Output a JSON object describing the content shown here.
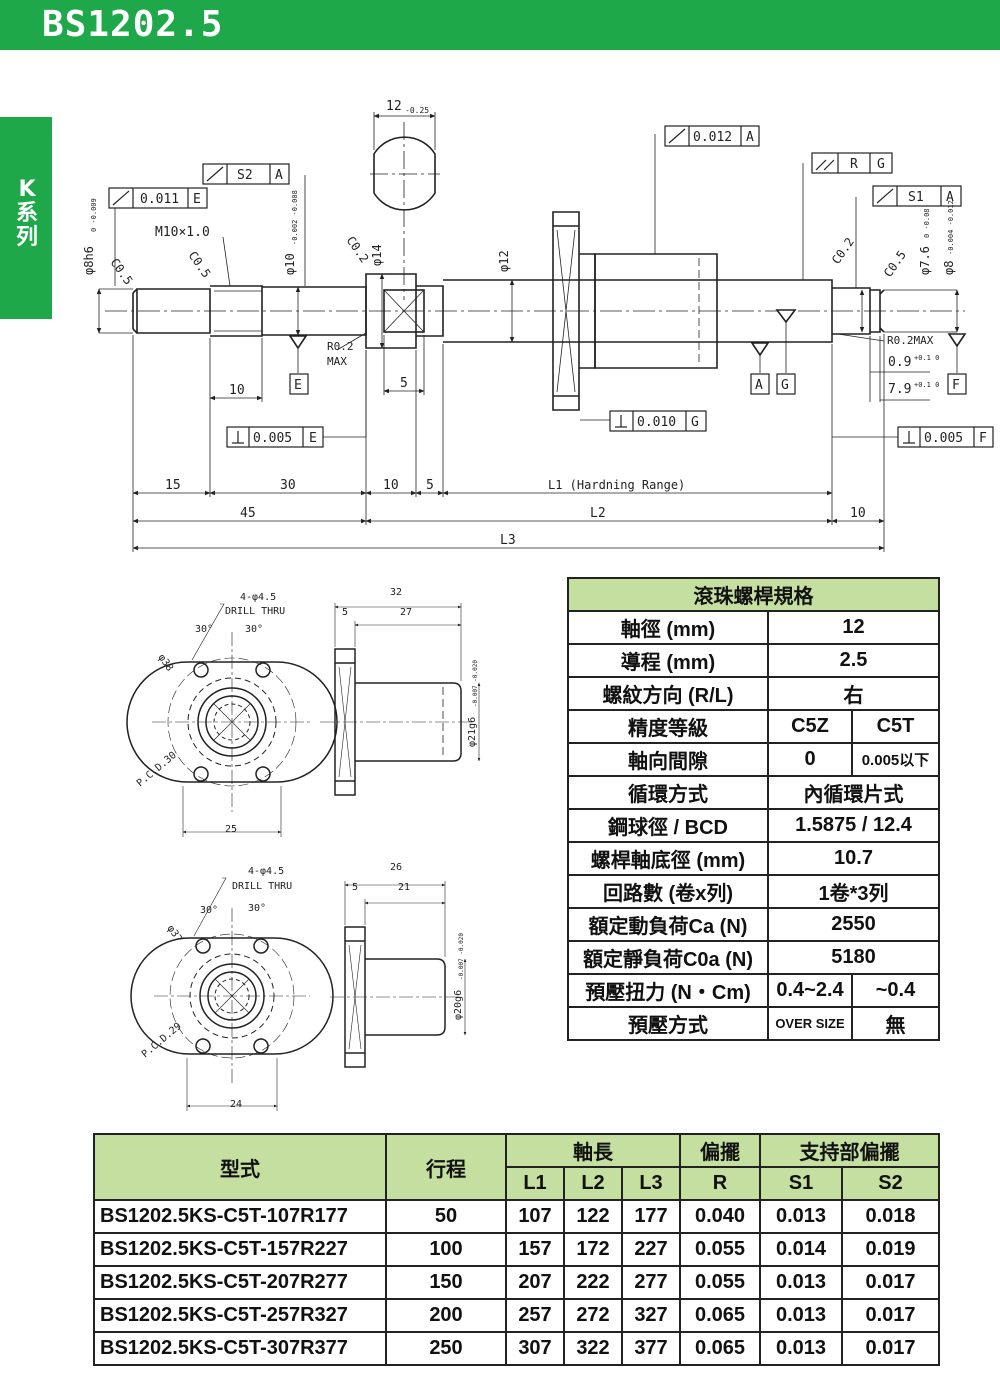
{
  "header": {
    "title": "BS1202.5"
  },
  "side_tab": {
    "line1": "K",
    "line2": "系",
    "line3": "列"
  },
  "drawing": {
    "gtol_tl_1": {
      "value": "0.011",
      "datum": "E"
    },
    "gtol_tl_2": {
      "value": "S2",
      "datum": "A"
    },
    "gtol_top_mid": {
      "value": "0.012",
      "datum": "A"
    },
    "gtol_runout": {
      "value": "R",
      "datum": "G"
    },
    "gtol_tr": {
      "value": "S1",
      "datum": "A"
    },
    "gtol_perp_e": {
      "value": "0.005",
      "datum": "E"
    },
    "gtol_perp_g": {
      "value": "0.010",
      "datum": "G"
    },
    "gtol_perp_f": {
      "value": "0.005",
      "datum": "F"
    },
    "width_top": "12",
    "width_top_tol": "-0.25",
    "dia_left": "φ8h6",
    "dia_left_tol": "0 -0.009",
    "thread": "M10×1.0",
    "dia_10": "φ10",
    "dia_10_tol": "-0.002 -0.008",
    "dia_14": "φ14",
    "dia_12": "φ12",
    "dia_76": "φ7.6",
    "dia_76_tol": "0 -0.08",
    "dia_8r": "φ8",
    "dia_8r_tol": "-0.004 -0.012",
    "chamfer_1": "C0.5",
    "chamfer_2": "C0.5",
    "chamfer_3": "C0.2",
    "chamfer_4": "C0.2",
    "chamfer_5": "C0.5",
    "radius_left": "R0.2",
    "radius_left_max": "MAX",
    "radius_right": "R0.2MAX",
    "groove_w": "0.9",
    "groove_w_tol": "+0.1 0",
    "groove_pos": "7.9",
    "groove_pos_tol": "+0.1 0",
    "datum_e": "E",
    "datum_a": "A",
    "datum_g": "G",
    "datum_f": "F",
    "dim_10": "10",
    "dim_5": "5",
    "dim_15": "15",
    "dim_30": "30",
    "dim_10b": "10",
    "dim_5b": "5",
    "dim_l1": "L1 (Hardning Range)",
    "dim_45": "45",
    "dim_l2": "L2",
    "dim_10c": "10",
    "dim_l3": "L3"
  },
  "nut1": {
    "holes": "4-φ4.5",
    "drill": "DRILL THRU",
    "ang1": "30°",
    "ang2": "30°",
    "od": "φ38",
    "pcd": "P.C.D.30",
    "w": "25",
    "len": "32",
    "fl": "5",
    "body": "27",
    "dia": "φ21g6",
    "dia_tol": "-0.007 -0.020"
  },
  "nut2": {
    "holes": "4-φ4.5",
    "drill": "DRILL THRU",
    "ang1": "30°",
    "ang2": "30°",
    "od": "φ37",
    "pcd": "P.C.D.29",
    "w": "24",
    "len": "26",
    "fl": "5",
    "body": "21",
    "dia": "φ20g6",
    "dia_tol": "-0.007 -0.020"
  },
  "spec": {
    "title": "滾珠螺桿規格",
    "rows": [
      {
        "label": "軸徑 (mm)",
        "value": "12"
      },
      {
        "label": "導程 (mm)",
        "value": "2.5"
      },
      {
        "label": "螺紋方向 (R/L)",
        "value": "右"
      },
      {
        "label": "精度等級",
        "v1": "C5Z",
        "v2": "C5T"
      },
      {
        "label": "軸向間隙",
        "v1": "0",
        "v2": "0.005以下"
      },
      {
        "label": "循環方式",
        "value": "內循環片式"
      },
      {
        "label": "鋼球徑 / BCD",
        "value": "1.5875 / 12.4"
      },
      {
        "label": "螺桿軸底徑 (mm)",
        "value": "10.7"
      },
      {
        "label": "回路數 (卷x列)",
        "value": "1卷*3列"
      },
      {
        "label": "額定動負荷Ca (N)",
        "value": "2550"
      },
      {
        "label": "額定靜負荷C0a (N)",
        "value": "5180"
      },
      {
        "label": "預壓扭力 (N・Cm)",
        "v1": "0.4~2.4",
        "v2": "~0.4"
      },
      {
        "label": "預壓方式",
        "v1": "OVER SIZE",
        "v2": "無"
      }
    ]
  },
  "models": {
    "headers": {
      "type": "型式",
      "stroke": "行程",
      "shaft": "軸長",
      "runout": "偏擺",
      "support": "支持部偏擺",
      "l1": "L1",
      "l2": "L2",
      "l3": "L3",
      "r": "R",
      "s1": "S1",
      "s2": "S2"
    },
    "rows": [
      {
        "type": "BS1202.5KS-C5T-107R177",
        "stroke": "50",
        "l1": "107",
        "l2": "122",
        "l3": "177",
        "r": "0.040",
        "s1": "0.013",
        "s2": "0.018"
      },
      {
        "type": "BS1202.5KS-C5T-157R227",
        "stroke": "100",
        "l1": "157",
        "l2": "172",
        "l3": "227",
        "r": "0.055",
        "s1": "0.014",
        "s2": "0.019"
      },
      {
        "type": "BS1202.5KS-C5T-207R277",
        "stroke": "150",
        "l1": "207",
        "l2": "222",
        "l3": "277",
        "r": "0.055",
        "s1": "0.013",
        "s2": "0.017"
      },
      {
        "type": "BS1202.5KS-C5T-257R327",
        "stroke": "200",
        "l1": "257",
        "l2": "272",
        "l3": "327",
        "r": "0.065",
        "s1": "0.013",
        "s2": "0.017"
      },
      {
        "type": "BS1202.5KS-C5T-307R377",
        "stroke": "250",
        "l1": "307",
        "l2": "322",
        "l3": "377",
        "r": "0.065",
        "s1": "0.013",
        "s2": "0.017"
      }
    ]
  }
}
